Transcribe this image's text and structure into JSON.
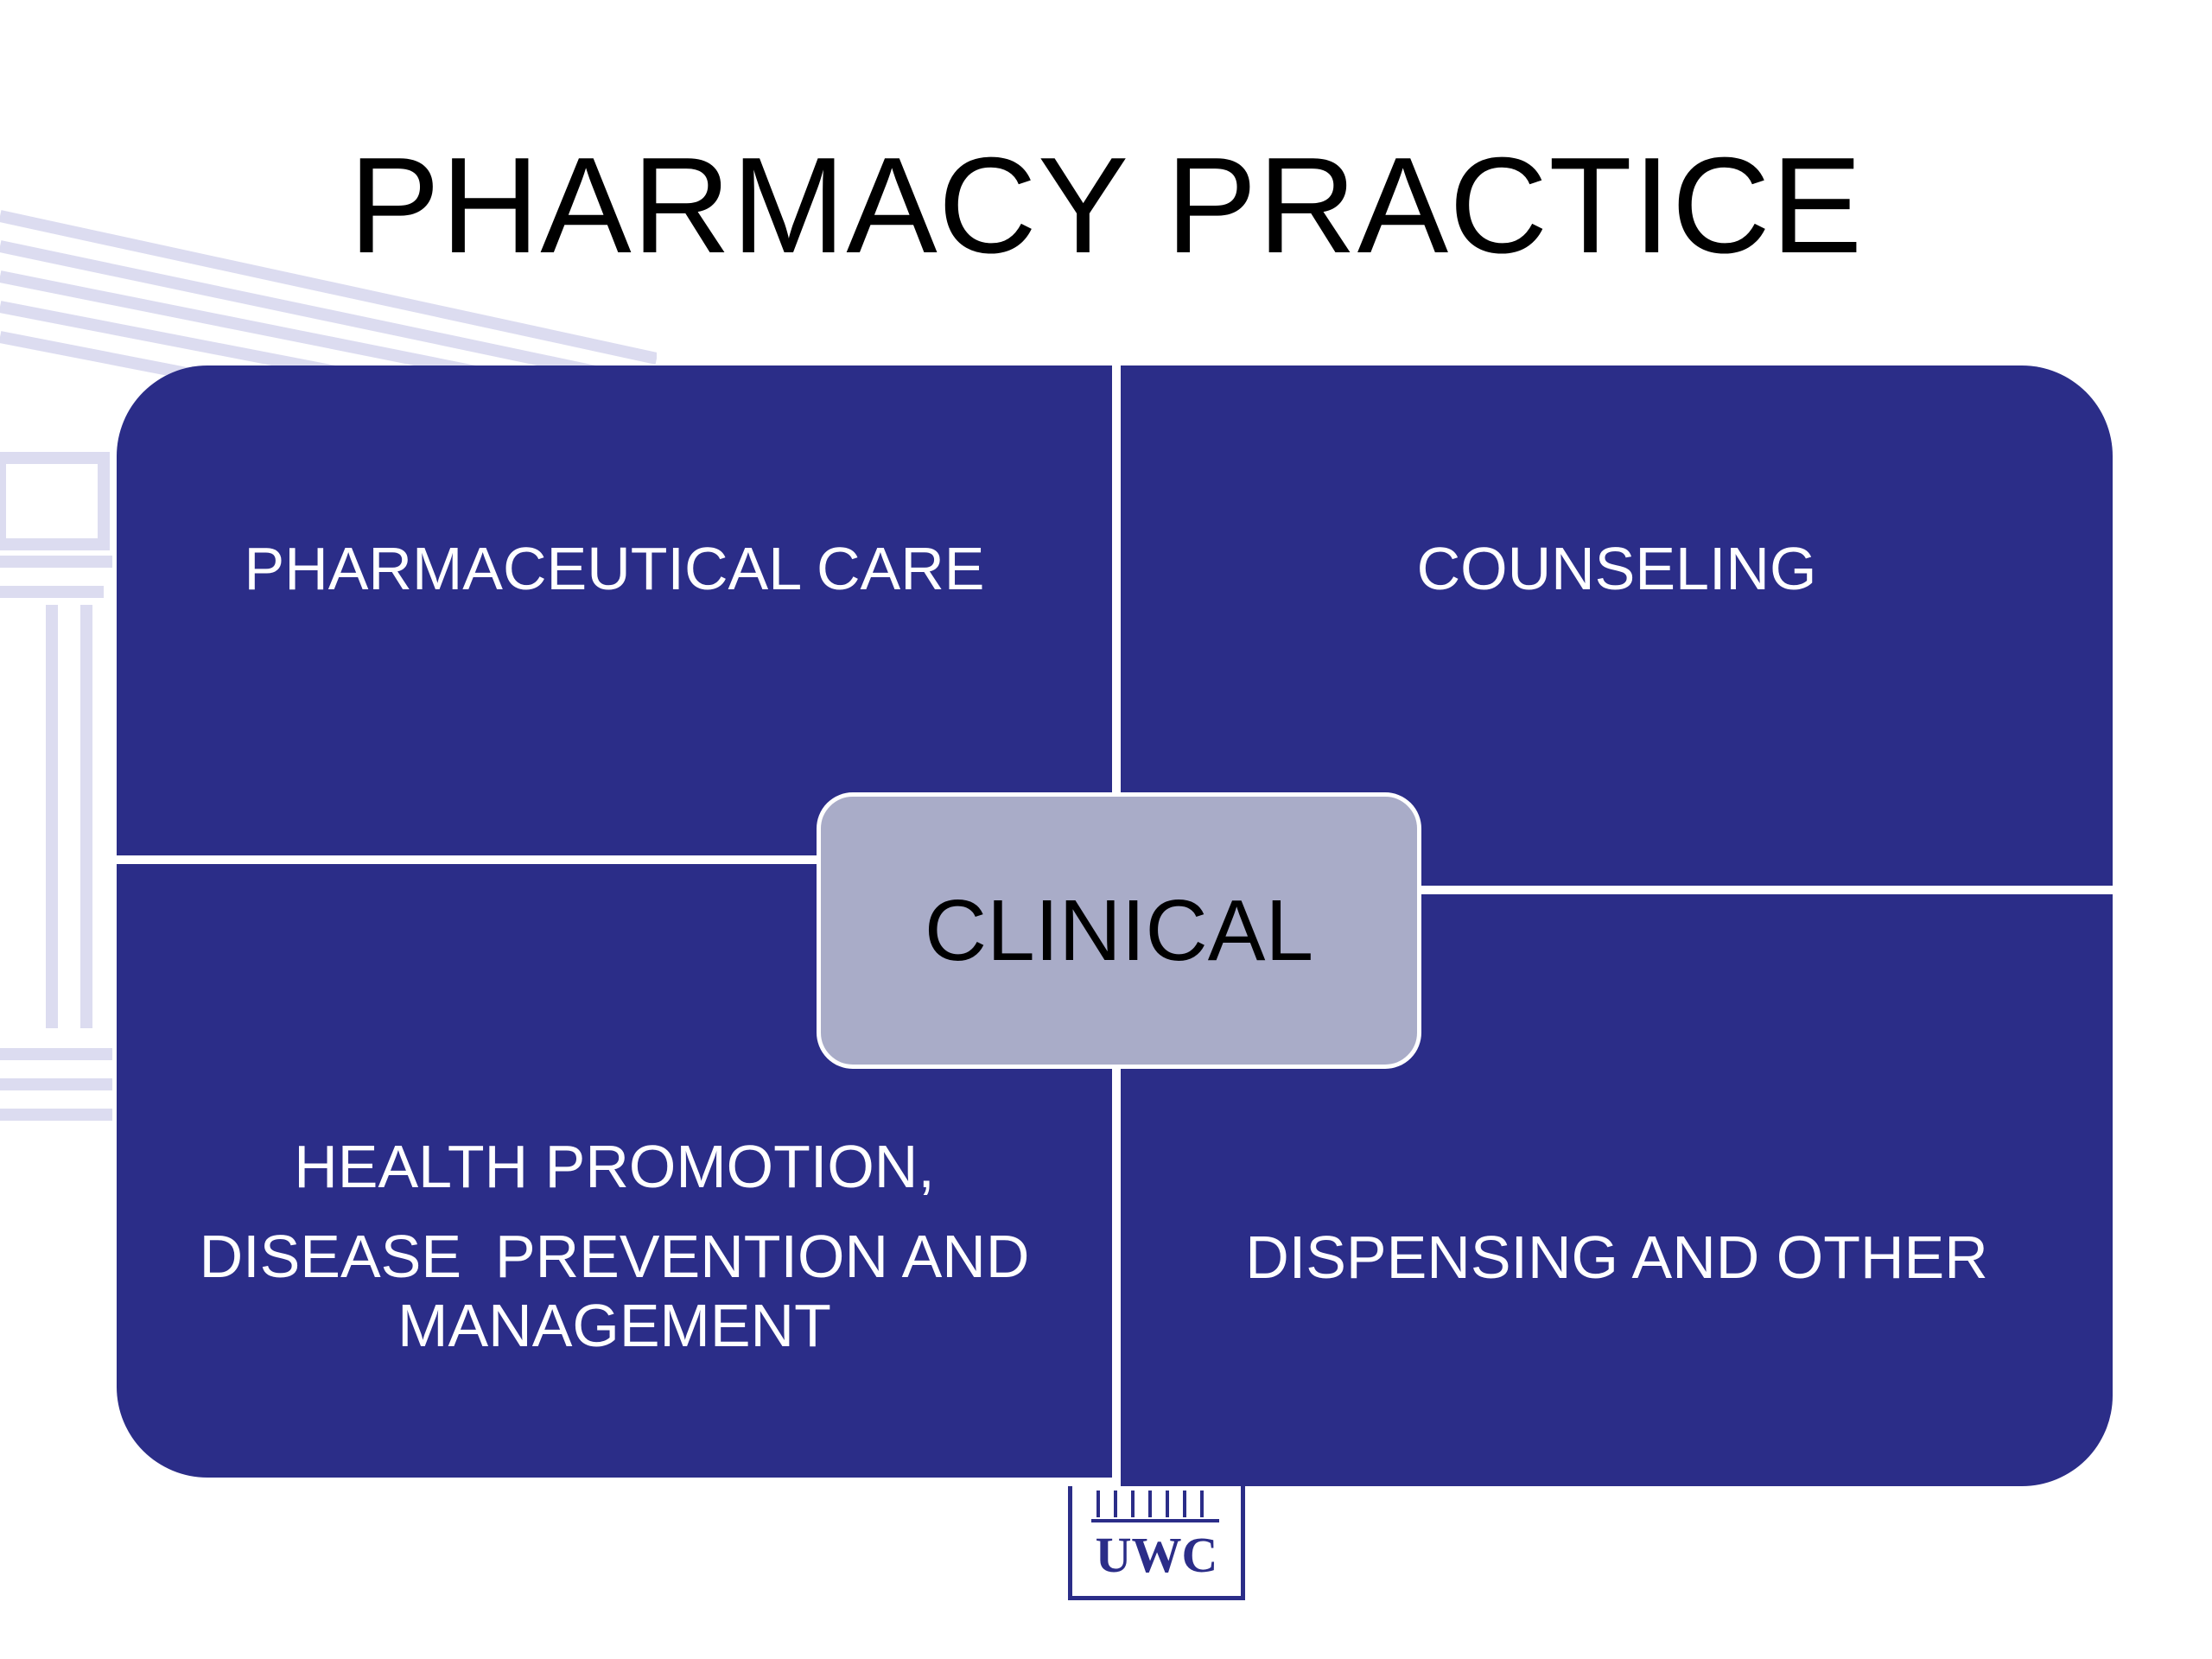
{
  "slide": {
    "title": "PHARMACY PRACTICE",
    "center_label": "CLINICAL",
    "quadrants": {
      "top_left": "PHARMACEUTICAL CARE",
      "top_right": "COUNSELING",
      "bottom_left": [
        "HEALTH PROMOTION,",
        "DISEASE  PREVENTION AND",
        "MANAGEMENT"
      ],
      "bottom_right": "DISPENSING AND OTHER"
    },
    "logo_text": "UWC"
  },
  "colors": {
    "quadrant_fill": "#2b2d88",
    "center_fill": "#a9acc8",
    "watermark": "#dcdcf0",
    "background": "#ffffff"
  }
}
